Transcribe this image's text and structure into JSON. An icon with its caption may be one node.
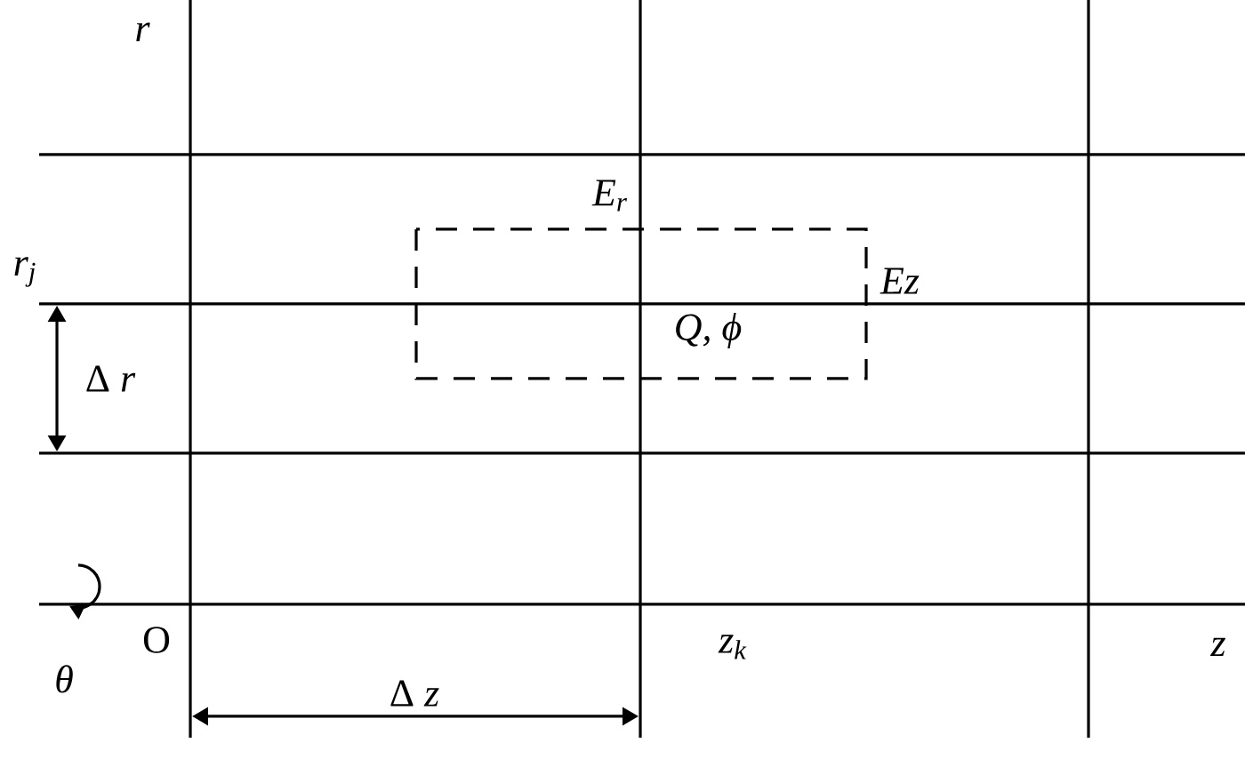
{
  "diagram": {
    "labels": [
      "r",
      "E$_{r}$",
      "r$_{j}$",
      "Ez",
      "Δ *r*",
      "Q, ϕ",
      "O",
      "θ",
      "z$_{k}$",
      "z",
      "Δ *z*"
    ]
  }
}
